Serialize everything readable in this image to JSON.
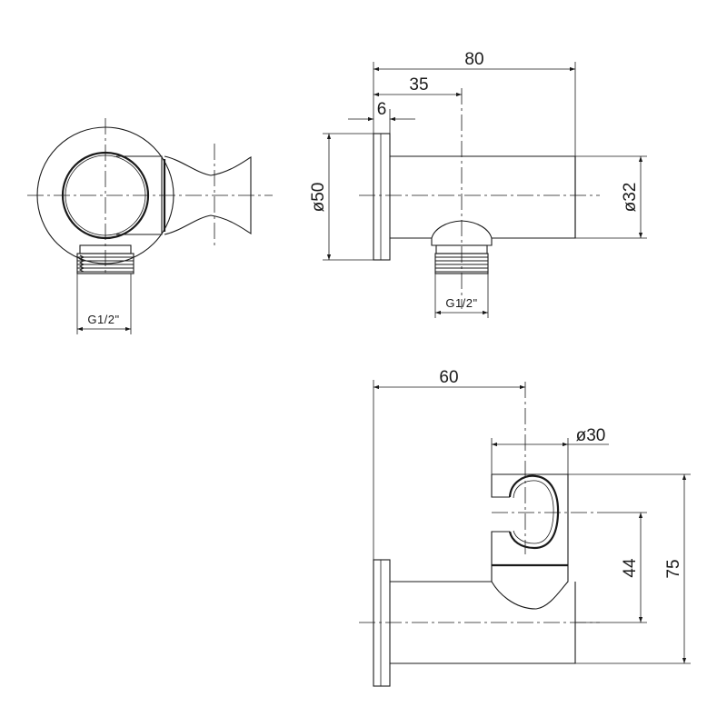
{
  "dimensions": {
    "overall_length": "80",
    "outlet_offset": "35",
    "flange_thickness": "6",
    "flange_diameter": "ø50",
    "body_diameter": "ø32",
    "thread_front": "G1/2\"",
    "thread_side": "G1/2\"",
    "holder_reach": "60",
    "holder_diameter": "ø30",
    "holder_center_height": "44",
    "holder_total_height": "75"
  }
}
